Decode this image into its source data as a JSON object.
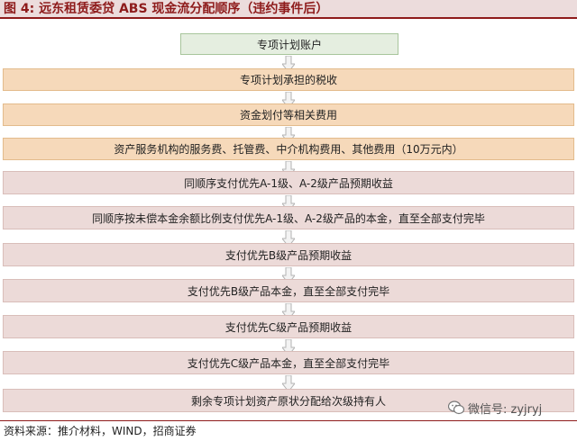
{
  "figure": {
    "title": "图 4:  远东租赁委贷 ABS 现金流分配顺序（违约事件后）",
    "source": "资料来源：推介材料，WIND，招商证券"
  },
  "flow": {
    "top": "专项计划账户",
    "steps": [
      "专项计划承担的税收",
      "资金划付等相关费用",
      "资产服务机构的服务费、托管费、中介机构费用、其他费用（10万元内）",
      "同顺序支付优先A-1级、A-2级产品预期收益",
      "同顺序按未偿本金余额比例支付优先A-1级、A-2级产品的本金，直至全部支付完毕",
      "支付优先B级产品预期收益",
      "支付优先B级产品本金，直至全部支付完毕",
      "支付优先C级产品预期收益",
      "支付优先C级产品本金，直至全部支付完毕",
      "剩余专项计划资产原状分配给次级持有人"
    ]
  },
  "watermark": {
    "text": "微信号: zyjryj",
    "icon": "wechat-icon"
  },
  "colors": {
    "title_text": "#8e1b1b",
    "top_box": "#e5eee0",
    "fee_box": "#f6d9ba",
    "payment_box": "#ecdad8",
    "arrow": "#b3b3b3"
  }
}
